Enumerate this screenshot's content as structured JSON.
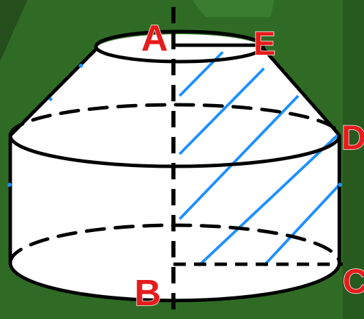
{
  "figure": {
    "description_free": true,
    "labels": {
      "A": "A",
      "B": "B",
      "C": "C",
      "D": "D",
      "E": "E"
    }
  },
  "colors": {
    "background": "#2f6b25",
    "background_dark": "#244f1c",
    "solid_fill": "#ffffff",
    "outline": "#000000",
    "hatch": "#1e90ff",
    "label": "#e51c1c"
  }
}
